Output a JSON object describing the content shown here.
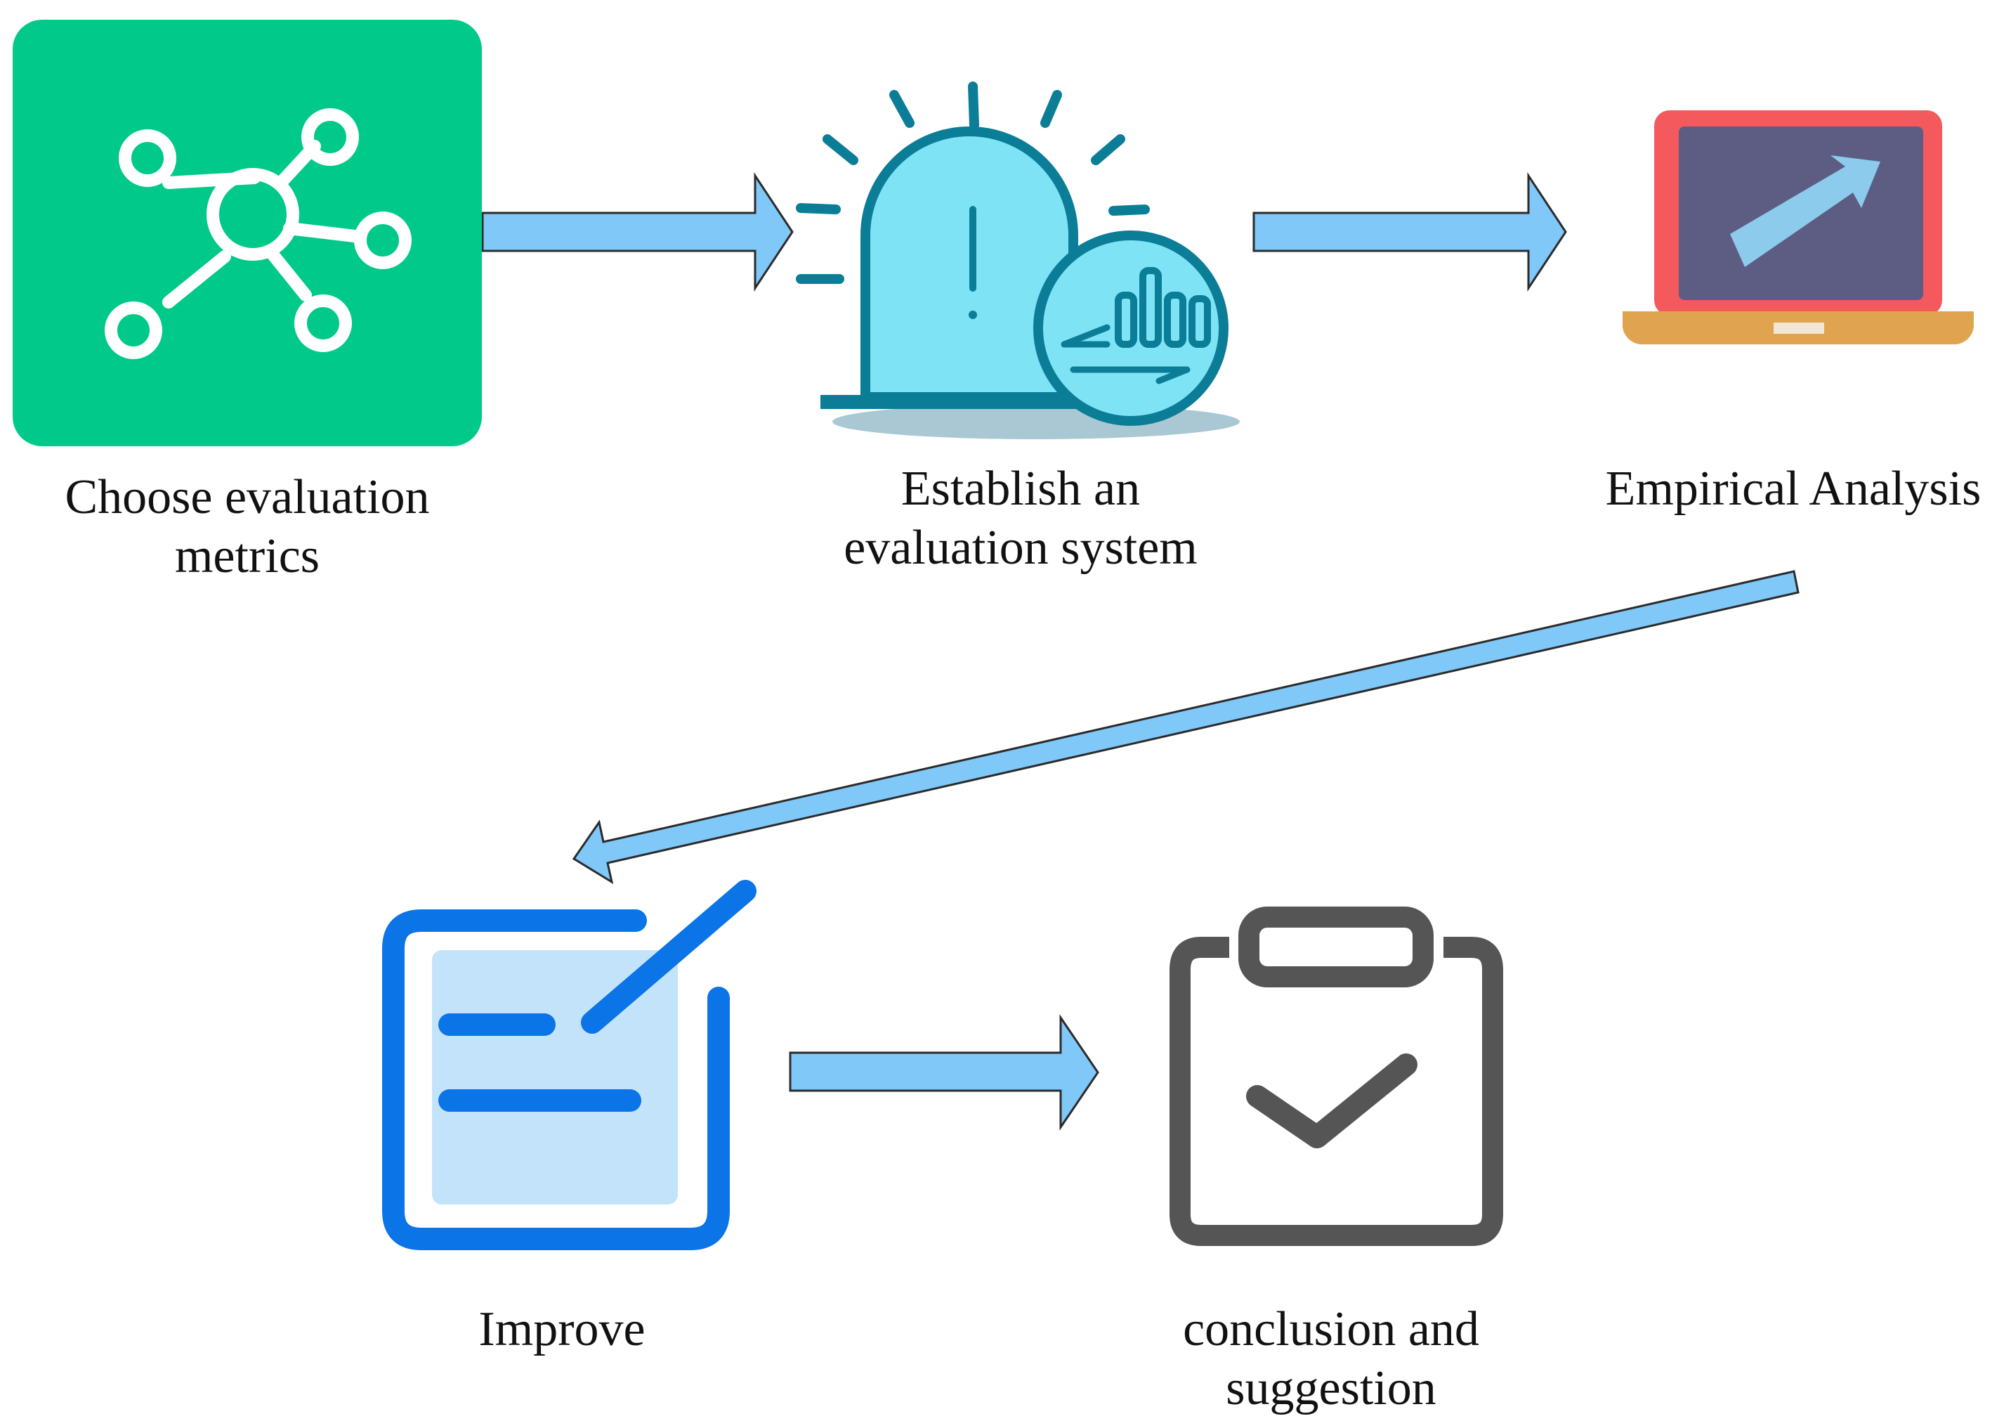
{
  "colors": {
    "arrow_fill": "#7FC8F8",
    "arrow_stroke": "#2b2b2b",
    "metrics_tile": "#00C98A",
    "alarm_light": "#7EE3F5",
    "alarm_stroke": "#0B7D97",
    "laptop_frame": "#F4595D",
    "laptop_screen": "#5D5D84",
    "laptop_base": "#E0A451",
    "trend_arrow": "#8CCBEB",
    "improve_blue": "#0B74E6",
    "improve_light": "#C3E3FB",
    "clipboard_gray": "#555555"
  },
  "steps": [
    {
      "id": "choose-metrics",
      "icon": "network-nodes-icon",
      "label_lines": [
        "Choose evaluation",
        "metrics"
      ]
    },
    {
      "id": "establish-system",
      "icon": "alarm-light-chart-icon",
      "label_lines": [
        "Establish an",
        "evaluation system"
      ]
    },
    {
      "id": "empirical-analysis",
      "icon": "laptop-trend-icon",
      "label_lines": [
        "Empirical Analysis"
      ]
    },
    {
      "id": "improve",
      "icon": "edit-note-icon",
      "label_lines": [
        "Improve"
      ]
    },
    {
      "id": "conclusion",
      "icon": "clipboard-check-icon",
      "label_lines": [
        "conclusion and",
        "suggestion"
      ]
    }
  ],
  "flows": [
    {
      "from": "choose-metrics",
      "to": "establish-system"
    },
    {
      "from": "establish-system",
      "to": "empirical-analysis"
    },
    {
      "from": "empirical-analysis",
      "to": "improve"
    },
    {
      "from": "improve",
      "to": "conclusion"
    }
  ]
}
